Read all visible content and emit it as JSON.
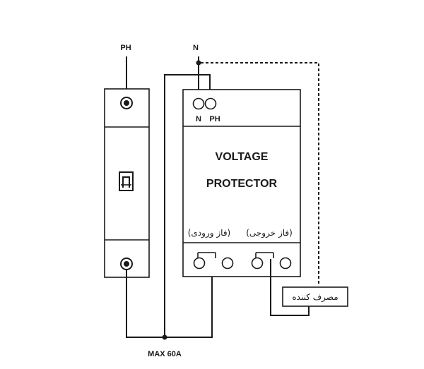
{
  "labels": {
    "phase_top": "PH",
    "neutral_top": "N",
    "terminal_n": "N",
    "terminal_ph": "PH",
    "title_line1": "VOLTAGE",
    "title_line2": "PROTECTOR",
    "input_phase_fa": "(فاز ورودی)",
    "output_phase_fa": "(فاز خروجی)",
    "consumer_fa": "مصرف کننده",
    "breaker_rating": "MAX 60A"
  },
  "colors": {
    "line": "#1a1a1a",
    "background": "#ffffff"
  }
}
